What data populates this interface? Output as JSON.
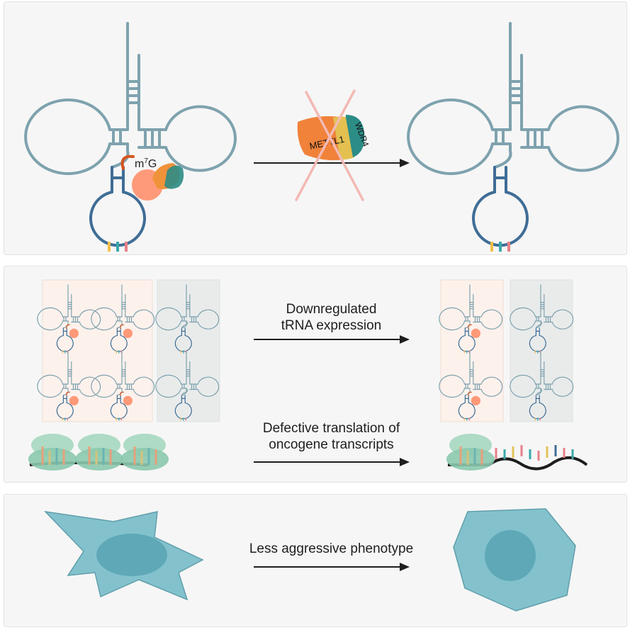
{
  "panel1": {
    "modification_label": "m7G",
    "enzyme_labels": [
      "METTL1",
      "WDR4"
    ]
  },
  "panel2": {
    "step1_caption_lines": [
      "Downregulated",
      "tRNA expression"
    ],
    "step2_caption_lines": [
      "Defective translation of",
      "oncogene transcripts"
    ]
  },
  "panel3": {
    "caption": "Less aggressive phenotype"
  },
  "colors": {
    "trna_outer": "#7ea2ae",
    "trna_anticodon_arm": "#3f6d96",
    "m7g_glow": "#ff7a52",
    "methyl_link": "#d5541e",
    "enzyme_orange": "#f0823a",
    "enzyme_teal": "#2c8c86",
    "cross_pink": "#f3b9b4",
    "cell_fill": "#83c2cd",
    "nucleus_fill": "#5fa8b7",
    "ribosome_fill": "#a6d8c0",
    "mrna_line": "#1d1d1d",
    "red_tint_box": "#fdf1ec",
    "grey_tint_box": "#e9ebeb"
  }
}
